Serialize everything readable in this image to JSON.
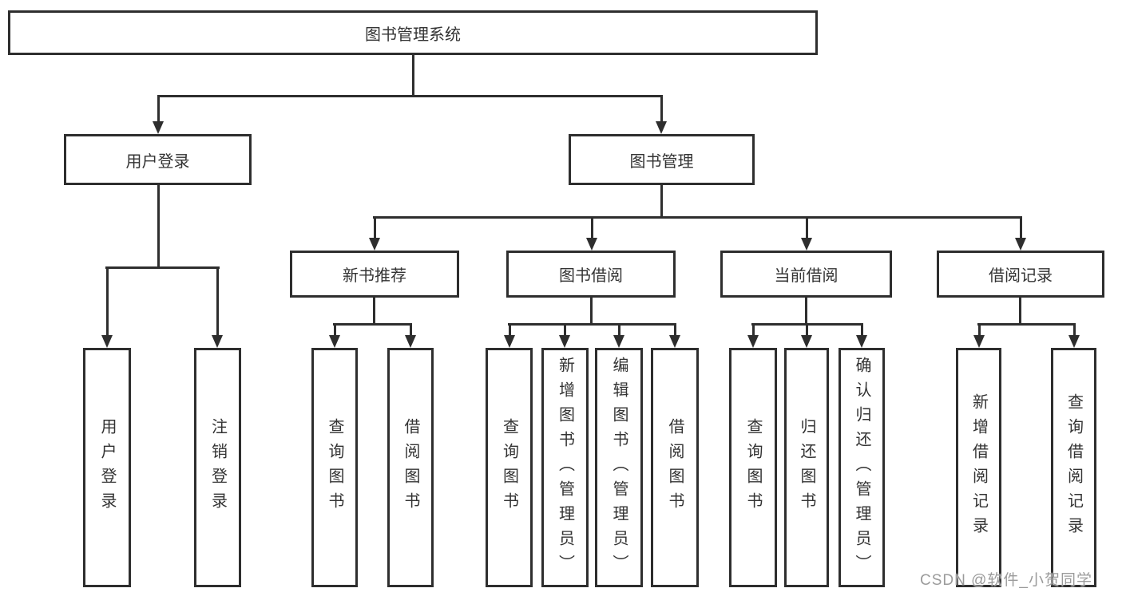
{
  "tree": {
    "label": "图书管理系统",
    "children": [
      {
        "label": "用户登录",
        "children": [
          {
            "label": "用户登录"
          },
          {
            "label": "注销登录"
          }
        ]
      },
      {
        "label": "图书管理",
        "children": [
          {
            "label": "新书推荐",
            "children": [
              {
                "label": "查询图书"
              },
              {
                "label": "借阅图书"
              }
            ]
          },
          {
            "label": "图书借阅",
            "children": [
              {
                "label": "查询图书"
              },
              {
                "label": "新增图书（管理员）"
              },
              {
                "label": "编辑图书（管理员）"
              },
              {
                "label": "借阅图书"
              }
            ]
          },
          {
            "label": "当前借阅",
            "children": [
              {
                "label": "查询图书"
              },
              {
                "label": "归还图书"
              },
              {
                "label": "确认归还（管理员）"
              }
            ]
          },
          {
            "label": "借阅记录",
            "children": [
              {
                "label": "新增借阅记录"
              },
              {
                "label": "查询借阅记录"
              }
            ]
          }
        ]
      }
    ]
  },
  "watermark": {
    "text": "CSDN @软件_小贺同学"
  },
  "colors": {
    "line": "#2e2e2e",
    "text": "#333333",
    "box_background": "#ffffff",
    "page_background": "#ffffff",
    "watermark": "#9b9b9b"
  }
}
